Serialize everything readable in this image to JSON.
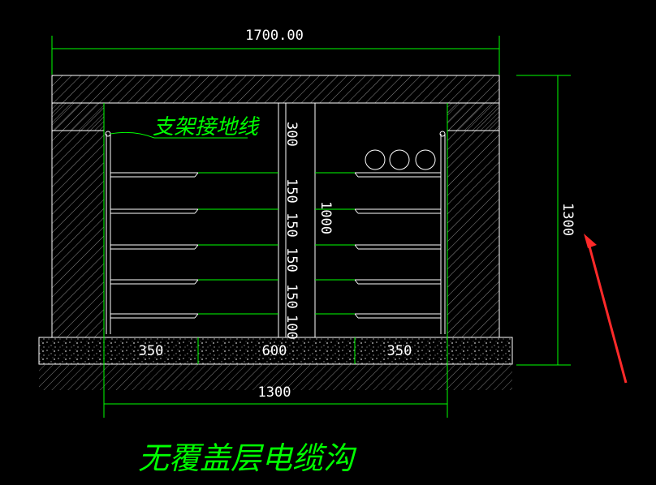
{
  "drawing": {
    "title": "无覆盖层电缆沟",
    "support_label": "支架接地线",
    "dimensions": {
      "overall_width": "1700.00",
      "inner_width": "1300",
      "height": "1300",
      "left_shelf": "350",
      "aisle": "600",
      "right_shelf": "350",
      "clear_height": "1000",
      "top_gap": "300",
      "spacings": [
        "150",
        "150",
        "150",
        "150",
        "100"
      ]
    },
    "colors": {
      "background": "#000000",
      "lines": "#00ff00",
      "text": "#ffffff",
      "hatch": "#9a9a9a",
      "arrow": "#ff2a2a"
    }
  }
}
